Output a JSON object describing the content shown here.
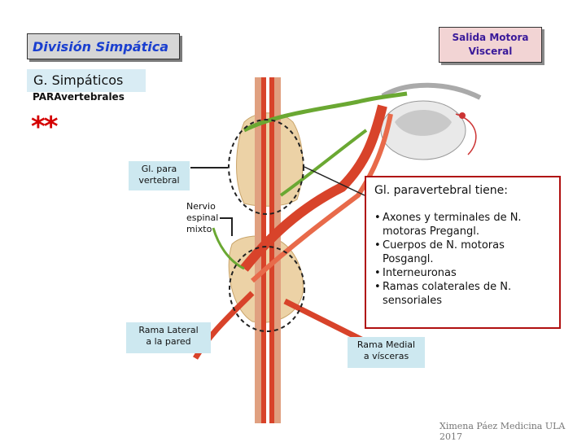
{
  "title": "División Simpática",
  "corner_label": "Salida Motora Visceral",
  "subtitle": "G. Simpáticos",
  "subtitle_sub": "PARAvertebrales",
  "stars": "**",
  "labels": {
    "gl_para": [
      "Gl. para",
      "vertebral"
    ],
    "nervio": [
      "Nervio",
      "espinal",
      "mixto"
    ],
    "rama_lateral": [
      "Rama Lateral",
      "a la pared"
    ],
    "rama_medial": [
      "Rama Medial",
      "a vísceras"
    ]
  },
  "info": {
    "title": "Gl. paravertebral tiene:",
    "items": [
      "Axones y terminales de N. motoras Pregangl.",
      "Cuerpos de N. motoras Posgangl.",
      "Interneuronas",
      "Ramas colaterales de N. sensoriales"
    ]
  },
  "credit": "Ximena Páez Medicina ULA 2017",
  "colors": {
    "title_text": "#1a3fcf",
    "info_border": "#b01010",
    "nerve_red": "#d8432a",
    "nerve_green": "#6aa832",
    "ganglion": "#e8c89a"
  }
}
